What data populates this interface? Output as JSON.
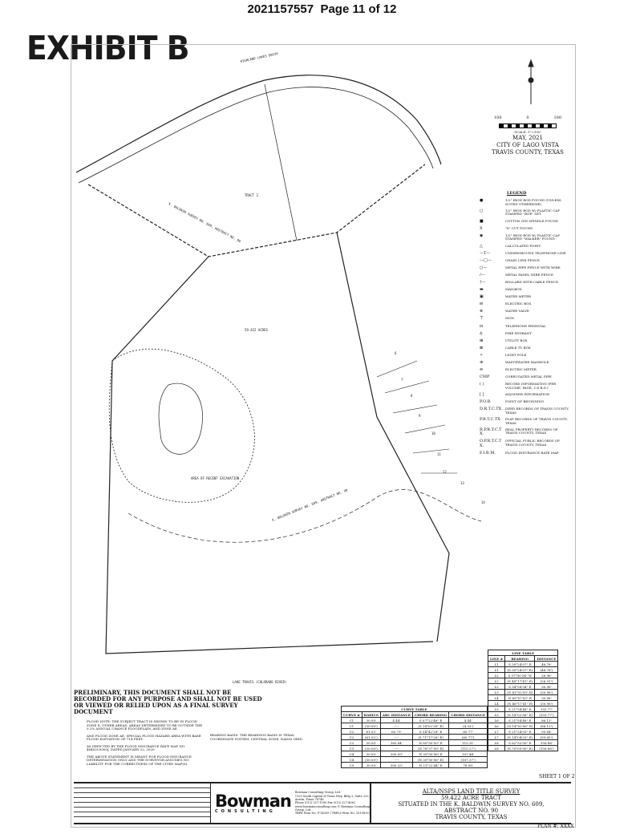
{
  "header": {
    "doc_number": "2021157557",
    "page": "Page 11 of 12"
  },
  "exhibit": "EXHIBIT B",
  "map_labels": {
    "survey_top": "K. BALDWIN SURVEY NO. 609, ABSTRACT NO. 90",
    "survey_bottom": "K. BALDWIN SURVEY NO. 609, ABSTRACT NO. 90",
    "acres_main": "59.422 ACRES",
    "excavation": "AREA OF RECENT EXCAVATION",
    "lake": "LAKE TRAVIS (COLORADO RIVER)",
    "road": "HIGHLAND LAKES DRIVE",
    "tract": "TRACT 2",
    "numbers": [
      "6",
      "7",
      "8",
      "9",
      "10",
      "11",
      "12",
      "13",
      "14"
    ]
  },
  "scale": {
    "left": "100",
    "mid": "0",
    "right": "100",
    "label": "SCALE: 1\"=100'",
    "date": "MAY, 2021",
    "city": "CITY OF LAGO VISTA",
    "county": "TRAVIS COUNTY, TEXAS"
  },
  "legend": {
    "title": "LEGEND",
    "items": [
      {
        "sym": "●",
        "text": "1/2\" IRON ROD FOUND (UNLESS NOTED OTHERWISE)"
      },
      {
        "sym": "○",
        "text": "1/2\" IRON ROD W/ PLASTIC CAP STAMPED \"BGE\" SET"
      },
      {
        "sym": "■",
        "text": "COTTON GIN SPINDLE FOUND"
      },
      {
        "sym": "X",
        "text": "\"X\" CUT FOUND"
      },
      {
        "sym": "◉",
        "text": "1/2\" IRON ROD W/ PLASTIC CAP STAMPED \"WALKER\" FOUND"
      },
      {
        "sym": "△",
        "text": "CALCULATED POINT"
      },
      {
        "sym": "—T—",
        "text": "UNDERGROUND TELEPHONE LINE"
      },
      {
        "sym": "—□—",
        "text": "CHAIN LINK FENCE"
      },
      {
        "sym": "○—",
        "text": "METAL PIPE FENCE WITH WIRE"
      },
      {
        "sym": "/—",
        "text": "METAL PANEL WIRE FENCE"
      },
      {
        "sym": "†—",
        "text": "BOLLARD WITH CABLE FENCE"
      },
      {
        "sym": "▬",
        "text": "MAILBOX"
      },
      {
        "sym": "▣",
        "text": "WATER METER"
      },
      {
        "sym": "⊟",
        "text": "ELECTRIC BOX"
      },
      {
        "sym": "⊗",
        "text": "WATER VALVE"
      },
      {
        "sym": "⊤",
        "text": "SIGN"
      },
      {
        "sym": "⊡",
        "text": "TELEPHONE PEDESTAL"
      },
      {
        "sym": "♁",
        "text": "FIRE HYDRANT"
      },
      {
        "sym": "⊞",
        "text": "UTILITY BOX"
      },
      {
        "sym": "⊠",
        "text": "CABLE TV BOX"
      },
      {
        "sym": "✧",
        "text": "LIGHT POLE"
      },
      {
        "sym": "⊕",
        "text": "WASTEWATER MANHOLE"
      },
      {
        "sym": "⊖",
        "text": "ELECTRIC METER"
      },
      {
        "sym": "CMP",
        "text": "CORRUGATED METAL PIPE"
      },
      {
        "sym": "( )",
        "text": "RECORD INFORMATION (PER VOLUME, PAGE, U.S.B.D.)"
      },
      {
        "sym": "[ ]",
        "text": "ADJOINER INFORMATION"
      },
      {
        "sym": "P.O.B.",
        "text": "POINT OF BEGINNING"
      },
      {
        "sym": "D.R.T.C.TX.",
        "text": "DEED RECORDS OF TRAVIS COUNTY, TEXAS"
      },
      {
        "sym": "P.R.T.C.TX.",
        "text": "PLAT RECORDS OF TRAVIS COUNTY, TEXAS"
      },
      {
        "sym": "R.P.R.T.C.TX.",
        "text": "REAL PROPERTY RECORDS OF TRAVIS COUNTY, TEXAS"
      },
      {
        "sym": "O.P.R.T.C.TX.",
        "text": "OFFICIAL PUBLIC RECORDS OF TRAVIS COUNTY, TEXAS"
      },
      {
        "sym": "F.I.R.M.",
        "text": "FLOOD INSURANCE RATE MAP"
      }
    ]
  },
  "line_table": {
    "title": "LINE TABLE",
    "headers": [
      "LINE #",
      "BEARING",
      "DISTANCE"
    ],
    "rows": [
      [
        "L1",
        "S 30°24'07\" E",
        "46.78'"
      ],
      [
        "L1",
        "(S 30°24'07\" E)",
        "(46.78')"
      ],
      [
        "L2",
        "S 57°00'34\" W",
        "26.98'"
      ],
      [
        "L2",
        "(S 48°17'41\" E)",
        "(26.91')"
      ],
      [
        "L3",
        "S 34°58'04\" E",
        "30.98'"
      ],
      [
        "L3",
        "(N 41°52'59\" E)",
        "(30.98')"
      ],
      [
        "L4",
        "N 69°57'53\" E",
        "30.98'"
      ],
      [
        "L4",
        "(N 48°17'41\" E)",
        "(30.98')"
      ],
      [
        "L5",
        "S 21°54'48\" E",
        "155.77'"
      ],
      [
        "L5",
        "(S 14°02'06\" E)",
        "(155.77')"
      ],
      [
        "L6",
        "S 21°54'48\" E",
        "86.13'"
      ],
      [
        "L6",
        "(N 14°02'06\" E)",
        "(86.13')"
      ],
      [
        "L7",
        "S 21°24'03\" E",
        "99.84'"
      ],
      [
        "L7",
        "(S 14°04'03\" E)",
        "(99.85')"
      ],
      [
        "L8",
        "S 62°52'00\" E",
        "158.86'"
      ],
      [
        "L8",
        "(S 70°05'00\" E)",
        "(158.86')"
      ]
    ]
  },
  "curve_table": {
    "title": "CURVE TABLE",
    "headers": [
      "CURVE #",
      "RADIUS",
      "ARC DISTANCE",
      "CHORD BEARING",
      "CHORD DISTANCE"
    ],
    "rows": [
      [
        "C1",
        "30.00'",
        "4.44'",
        "S 07°22'46\" E",
        "4.44'"
      ],
      [
        "C1",
        "(30.00')",
        "----",
        "(S 14°02'30\" E)",
        "(4.33')"
      ],
      [
        "C2",
        "61.02'",
        "60.79'",
        "S 54°42'28\" E",
        "60.77'"
      ],
      [
        "C2",
        "(61.02')",
        "----",
        "(S 71°17'26\" E)",
        "(60.77')"
      ],
      [
        "C3",
        "30.00'",
        "165.84'",
        "N 89°50'50\" E",
        "115.31'"
      ],
      [
        "C3",
        "(30.00')",
        "----",
        "(N 76°37'50\" E)",
        "(115.27')"
      ],
      [
        "C4",
        "30.00'",
        "100.09'",
        "N 35°50'56\" E",
        "107.44'"
      ],
      [
        "C4",
        "(30.00')",
        "----",
        "(N 35°50'56\" E)",
        "(107.37')"
      ],
      [
        "C5",
        "30.00'",
        "300.33'",
        "N 21°22'44\" E",
        "78.08'"
      ]
    ]
  },
  "preliminary": "PRELIMINARY, THIS DOCUMENT SHALL NOT BE RECORDED FOR ANY PURPOSE AND SHALL NOT BE USED OR VIEWED OR RELIED UPON AS A FINAL SURVEY DOCUMENT",
  "flood_notes": [
    "FLOOD NOTE: THE SUBJECT TRACT IS SHOWN TO BE IN FLOOD ZONE X, OTHER AREAS, AREAS DETERMINED TO BE OUTSIDE THE 0.2% ANNUAL CHANCE FLOODPLAIN, AND ZONE AE.",
    "AND FLOOD ZONE AE, SPECIAL FLOOD HAZARD AREA WITH BASE FLOOD ELEVATION OF 714 FEET.",
    "AS DEPICTED BY THE FLOOD INSURANCE RATE MAP NO. 48453C0000J, DATED JANUARY 22, 2020.",
    "THE ABOVE STATEMENT IS MEANT FOR FLOOD INSURANCE DETERMINATION ONLY AND THE SURVEYOR ASSUMES NO LIABILITY FOR THE CORRECTNESS OF THE CITED MAP(S)."
  ],
  "bearing_basis": "BEARING BASIS: THE BEARINGS BASIS IS TEXAS COORDINATE SYSTEM, CENTRAL ZONE, NAD83 GRID.",
  "sheet": "SHEET 1 OF 2",
  "plan": "PLAN #: XXXX",
  "title_block": {
    "firm_logo": "Bowman",
    "firm_sub": "CONSULTING",
    "firm_info": [
      "Bowman Consulting Group, Ltd.",
      "1120 South Capital of Texas Hwy, Bldg 3, Suite 220, Austin, Texas 78746",
      "Phone (512) 327-1180   Fax (512) 327-4062",
      "www.bowmanconsulting.com  © Bowman Consulting Group, Ltd.",
      "TBPE Firm No. F-14309 | TBPLS Firm No. 10194-00"
    ],
    "title": [
      "ALTA/NSPS LAND TITLE SURVEY",
      "59.422 ACRE TRACT",
      "SITUATED IN THE K. BALDWIN SURVEY NO. 609,",
      "ABSTRACT NO. 90",
      "TRAVIS COUNTY, TEXAS"
    ]
  }
}
